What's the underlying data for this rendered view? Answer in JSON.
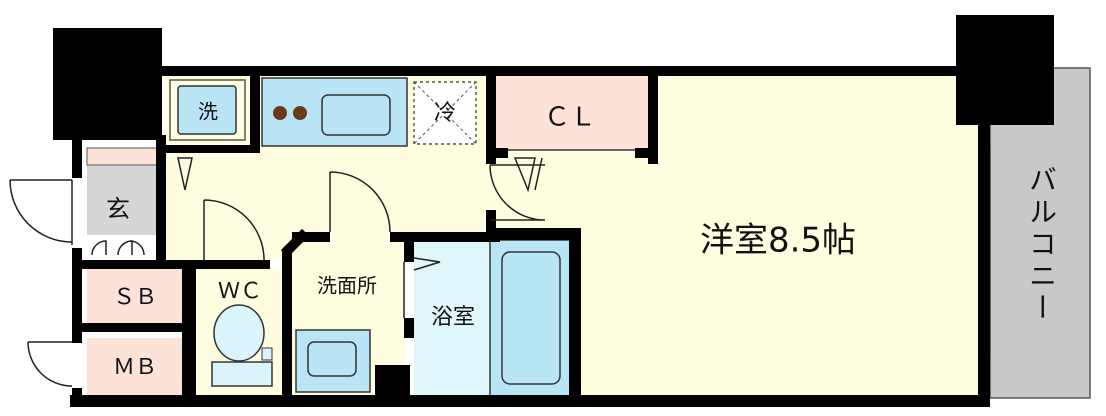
{
  "rooms": {
    "western_room": "洋室8.5帖",
    "closet": "ＣＬ",
    "washroom": "洗面所",
    "bathroom": "浴室",
    "toilet": "ＷＣ",
    "entrance": "玄",
    "shoe_box": "ＳＢ",
    "meter_box": "ＭＢ",
    "balcony": "バルコニー",
    "washer": "洗",
    "fridge": "冷"
  },
  "colors": {
    "wall": "#000000",
    "western_room": "#fffde0",
    "corridor": "#fffde0",
    "closet": "#fde2d8",
    "washroom": "#fffde0",
    "bathroom": "#dff7fb",
    "bathtub": "#b9e6f5",
    "toilet": "#d9f4fa",
    "entrance": "#d6d6d6",
    "shoe_box": "#fde2d8",
    "meter_box": "#fde2d8",
    "balcony": "#c8c8c8",
    "kitchen": "#b8e4f5",
    "washer": "#b8e4f5"
  }
}
